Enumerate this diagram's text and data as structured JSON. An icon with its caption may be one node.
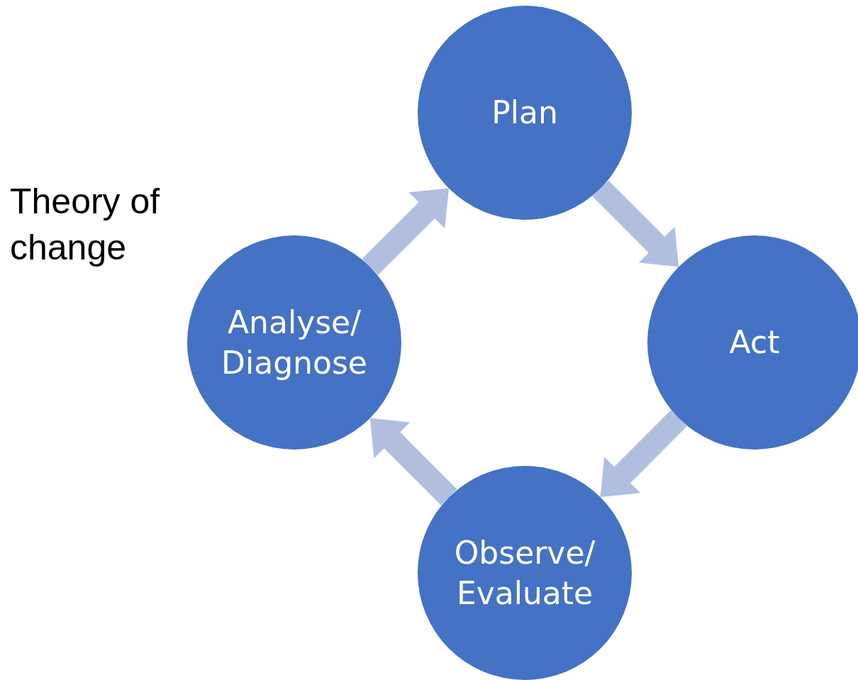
{
  "diagram": {
    "title": "Theory of change",
    "nodes": [
      {
        "text": [
          "Plan"
        ]
      },
      {
        "text": [
          "Act"
        ]
      },
      {
        "text": [
          "Observe/ Evaluate"
        ]
      },
      {
        "text": [
          "Analyse/ Diagnose"
        ]
      }
    ],
    "edges": [
      {
        "from": 0,
        "to": 1,
        "arrow": "to"
      },
      {
        "from": 1,
        "to": 2,
        "arrow": "to"
      },
      {
        "from": 2,
        "to": 3,
        "arrow": "to"
      },
      {
        "from": 3,
        "to": 0,
        "arrow": "to"
      }
    ]
  }
}
